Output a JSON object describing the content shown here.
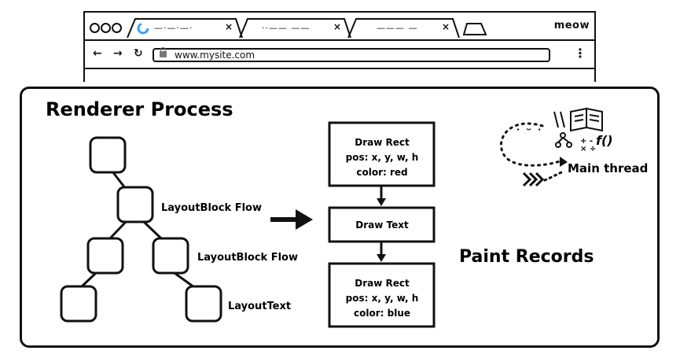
{
  "browser": {
    "brand": "meow",
    "url": "www.mysite.com",
    "tabs": [
      {
        "label": "—·—·—·",
        "close": "×"
      },
      {
        "label": "··—— ——",
        "close": "×"
      },
      {
        "label": "——— —",
        "close": "×"
      }
    ],
    "nav": {
      "back": "←",
      "forward": "→",
      "reload": "↻",
      "menu": "⋮"
    }
  },
  "diagram": {
    "title": "Renderer Process",
    "tree_labels": [
      "LayoutBlock Flow",
      "LayoutBlock Flow",
      "LayoutText"
    ],
    "paint_records": [
      {
        "line1": "Draw Rect",
        "line2": "pos: x, y, w, h",
        "line3": "color: red"
      },
      {
        "line1": "Draw Text"
      },
      {
        "line1": "Draw Rect",
        "line2": "pos: x, y, w, h",
        "line3": "color: blue"
      }
    ],
    "paint_records_label": "Paint Records",
    "main_thread_label": "Main thread",
    "main_thread_glyphs": {
      "fx": "f()",
      "math": "+-\n×÷"
    }
  }
}
